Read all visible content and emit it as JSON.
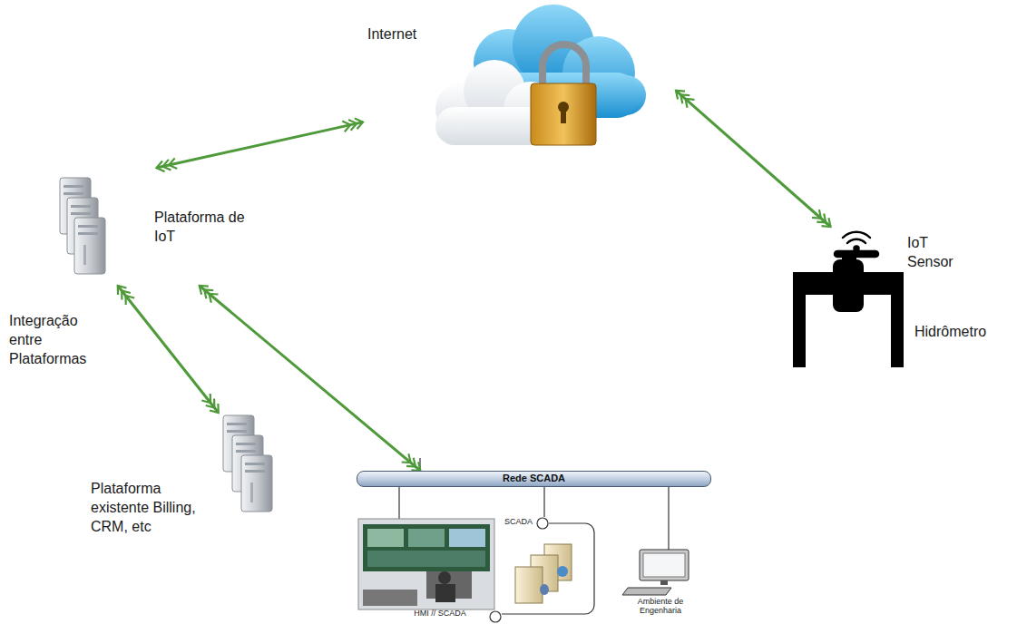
{
  "diagram": {
    "nodes": [
      {
        "text": [
          "Internet"
        ]
      },
      {
        "text": [
          "Plataforma de IoT"
        ]
      },
      {
        "text": [
          "IoT Sensor",
          "Hidrômetro"
        ]
      },
      {
        "text": [
          "Plataforma existente Billing, CRM, etc"
        ]
      },
      {
        "text": [
          "Rede SCADA"
        ]
      }
    ],
    "edges": [
      {
        "from": 0,
        "to": 1,
        "arrow": "both"
      },
      {
        "from": 0,
        "to": 2,
        "arrow": "both"
      },
      {
        "from": 1,
        "to": 3,
        "arrow": "both"
      },
      {
        "from": 1,
        "to": 4,
        "arrow": "both"
      }
    ],
    "labels": [
      "Integração entre Plataformas",
      "SCADA",
      "HMI // SCADA",
      "Ambiente de Engenharia"
    ]
  }
}
